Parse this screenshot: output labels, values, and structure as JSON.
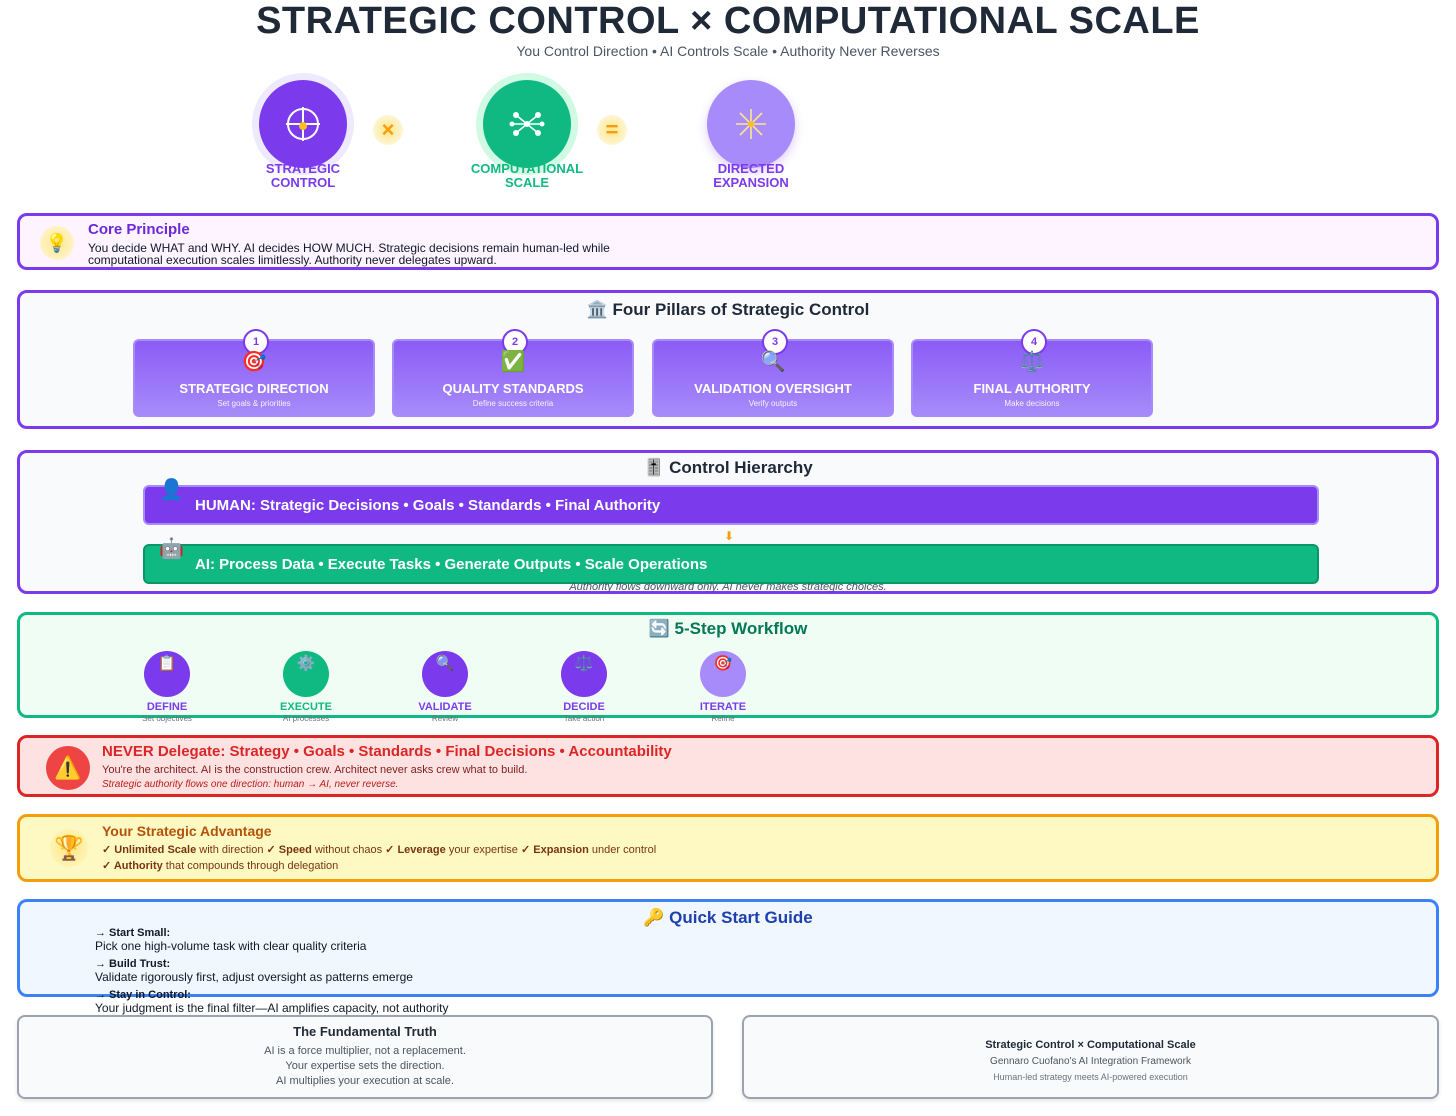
{
  "header": {
    "title": "STRATEGIC CONTROL × COMPUTATIONAL SCALE",
    "subtitle": "You Control Direction • AI Controls Scale • Authority Never Reverses"
  },
  "equation": {
    "items": [
      {
        "label_line1": "STRATEGIC",
        "label_line2": "CONTROL",
        "color": "#7c3aed"
      },
      {
        "label_line1": "COMPUTATIONAL",
        "label_line2": "SCALE",
        "color": "#10b981"
      },
      {
        "label_line1": "DIRECTED",
        "label_line2": "EXPANSION",
        "color": "#a78bfa"
      }
    ],
    "operators": [
      "×",
      "="
    ]
  },
  "core_principle": {
    "title": "Core Principle",
    "text_line1": "You decide WHAT and WHY. AI decides HOW MUCH. Strategic decisions remain human-led while",
    "text_line2": "computational execution scales limitlessly. Authority never delegates upward."
  },
  "pillars": {
    "title": "🏛️ Four Pillars of Strategic Control",
    "items": [
      {
        "num": "1",
        "icon": "🎯",
        "title": "STRATEGIC DIRECTION",
        "sub": "Set goals & priorities"
      },
      {
        "num": "2",
        "icon": "✅",
        "title": "QUALITY STANDARDS",
        "sub": "Define success criteria"
      },
      {
        "num": "3",
        "icon": "🔍",
        "title": "VALIDATION OVERSIGHT",
        "sub": "Verify outputs"
      },
      {
        "num": "4",
        "icon": "⚖️",
        "title": "FINAL AUTHORITY",
        "sub": "Make decisions"
      }
    ]
  },
  "hierarchy": {
    "title": "🎚️ Control Hierarchy",
    "human": "HUMAN: Strategic Decisions • Goals • Standards • Final Authority",
    "human_icon": "👤",
    "arrow": "⬇",
    "ai": "AI: Process Data • Execute Tasks • Generate Outputs • Scale Operations",
    "ai_icon": "🤖",
    "note": "Authority flows downward only. AI never makes strategic choices."
  },
  "workflow": {
    "title": "🔄 5-Step Workflow",
    "steps": [
      {
        "icon": "📋",
        "label": "DEFINE",
        "sub": "Set objectives",
        "color": "#7c3aed",
        "label_color": "#7c3aed"
      },
      {
        "icon": "⚙️",
        "label": "EXECUTE",
        "sub": "AI processes",
        "color": "#10b981",
        "label_color": "#10b981"
      },
      {
        "icon": "🔍",
        "label": "VALIDATE",
        "sub": "Review",
        "color": "#7c3aed",
        "label_color": "#7c3aed"
      },
      {
        "icon": "⚖️",
        "label": "DECIDE",
        "sub": "Take action",
        "color": "#7c3aed",
        "label_color": "#7c3aed"
      },
      {
        "icon": "🎯",
        "label": "ITERATE",
        "sub": "Refine",
        "color": "#a78bfa",
        "label_color": "#7c3aed"
      }
    ]
  },
  "never": {
    "icon": "⚠️",
    "title": "NEVER Delegate: Strategy • Goals • Standards • Final Decisions • Accountability",
    "text": "You're the architect. AI is the construction crew. Architect never asks crew what to build.",
    "note": "Strategic authority flows one direction: human → AI, never reverse."
  },
  "advantage": {
    "icon": "🏆",
    "title": "Your Strategic Advantage",
    "line1": [
      {
        "bold": "✓ Unlimited Scale",
        "rest": " with direction "
      },
      {
        "bold": "✓ Speed",
        "rest": " without chaos "
      },
      {
        "bold": "✓ Leverage",
        "rest": " your expertise "
      },
      {
        "bold": "✓ Expansion",
        "rest": " under control"
      }
    ],
    "line2": [
      {
        "bold": "✓ Authority",
        "rest": " that compounds through delegation"
      }
    ]
  },
  "quick_start": {
    "title": "🔑 Quick Start Guide",
    "items": [
      {
        "head": "→ Start Small:",
        "text": "Pick one high-volume task with clear quality criteria"
      },
      {
        "head": "→ Build Trust:",
        "text": "Validate rigorously first, adjust oversight as patterns emerge"
      },
      {
        "head": "→ Stay in Control:",
        "text": "Your judgment is the final filter—AI amplifies capacity, not authority"
      }
    ]
  },
  "truth": {
    "title": "The Fundamental Truth",
    "lines": [
      "AI is a force multiplier, not a replacement.",
      "Your expertise sets the direction.",
      "AI multiplies your execution at scale."
    ]
  },
  "credit": {
    "title": "Strategic Control × Computational Scale",
    "author": "Gennaro Cuofano's AI Integration Framework",
    "tagline": "Human-led strategy meets AI-powered execution"
  }
}
